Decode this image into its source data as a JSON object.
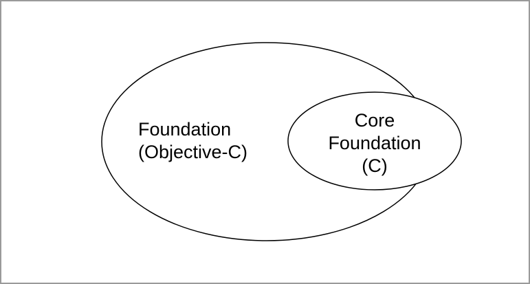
{
  "frame": {
    "background_color": "#ffffff",
    "border_color": "#9a9a9a"
  },
  "diagram": {
    "stroke_color": "#000000",
    "text_color": "#000000",
    "outer_ellipse": {
      "label_lines": [
        "Foundation",
        "(Objective-C)"
      ]
    },
    "inner_ellipse": {
      "label_lines": [
        "Core",
        "Foundation",
        "(C)"
      ]
    }
  }
}
